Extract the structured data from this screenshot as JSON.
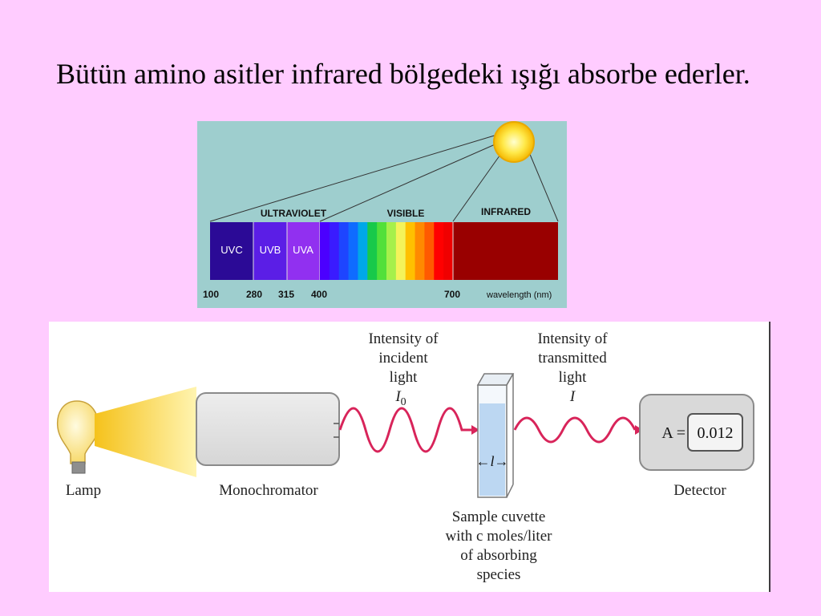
{
  "slide": {
    "title": "Bütün amino asitler infrared bölgedeki ışığı absorbe ederler."
  },
  "spectrum": {
    "labels": {
      "ultraviolet": "ULTRAVIOLET",
      "visible": "VISIBLE",
      "infrared": "INFRARED"
    },
    "bands": [
      {
        "label": "UVC",
        "color": "#2B0A96"
      },
      {
        "label": "UVB",
        "color": "#5B1EE6"
      },
      {
        "label": "UVA",
        "color": "#9130F0"
      }
    ],
    "visible_colors": [
      "#4B00FF",
      "#3A1BFF",
      "#1E45FF",
      "#0F6CFF",
      "#00A8E8",
      "#18C94A",
      "#52E03A",
      "#A6F04B",
      "#F4F35A",
      "#FFC000",
      "#FF8A00",
      "#FF5A00",
      "#FF0000",
      "#F00000"
    ],
    "infrared_color": "#990000",
    "tick_labels": [
      "100",
      "280",
      "315",
      "400",
      "700"
    ],
    "unit_label": "wavelength (nm)"
  },
  "apparatus": {
    "lamp": "Lamp",
    "monochromator": "Monochromator",
    "incident": [
      "Intensity of",
      "incident",
      "light"
    ],
    "incident_symbol": "I",
    "incident_sub": "0",
    "transmitted": [
      "Intensity of",
      "transmitted",
      "light"
    ],
    "transmitted_symbol": "I",
    "path_length": "←l→",
    "sample": [
      "Sample cuvette",
      "with c moles/liter",
      "of absorbing",
      "species"
    ],
    "detector": "Detector",
    "absorbance_label": "A =",
    "absorbance_value": "0.012"
  }
}
